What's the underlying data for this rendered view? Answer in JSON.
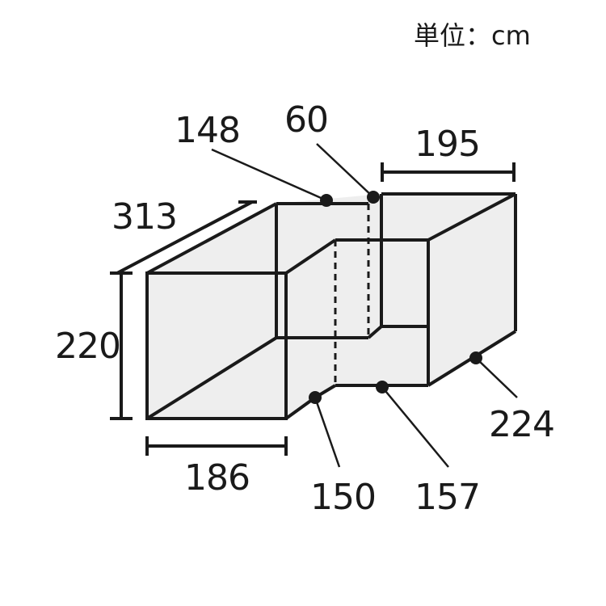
{
  "unit_label": "単位：cm",
  "colors": {
    "fill": "#eeeeee",
    "stroke": "#1a1a1a"
  },
  "dimensions": {
    "d313": "313",
    "d148": "148",
    "d60": "60",
    "d195": "195",
    "d220": "220",
    "d186": "186",
    "d150": "150",
    "d157": "157",
    "d224": "224"
  }
}
